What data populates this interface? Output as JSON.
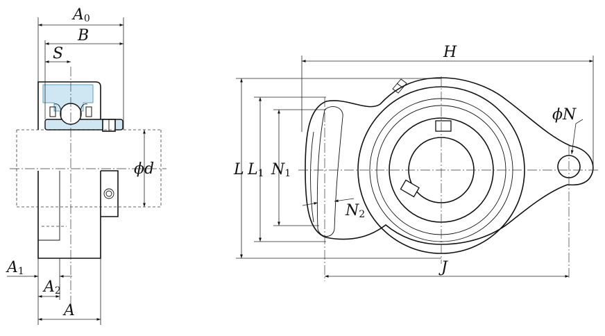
{
  "labels": {
    "A0": {
      "main": "A",
      "sub": "0"
    },
    "B": {
      "main": "B",
      "sub": ""
    },
    "S": {
      "main": "S",
      "sub": ""
    },
    "phi_d": {
      "main": "ϕd",
      "sub": ""
    },
    "A1": {
      "main": "A",
      "sub": "1"
    },
    "A2": {
      "main": "A",
      "sub": "2"
    },
    "A": {
      "main": "A",
      "sub": ""
    },
    "H": {
      "main": "H",
      "sub": ""
    },
    "L": {
      "main": "L",
      "sub": ""
    },
    "L1": {
      "main": "L",
      "sub": "1"
    },
    "N1": {
      "main": "N",
      "sub": "1"
    },
    "N2": {
      "main": "N",
      "sub": "2"
    },
    "J": {
      "main": "J",
      "sub": ""
    },
    "phi_N": {
      "main": "ϕN",
      "sub": ""
    }
  },
  "colors": {
    "line": "#111111",
    "bearing_fill": "#cfe7f3",
    "bearing_edge": "#5aa0c8",
    "background": "#ffffff"
  }
}
